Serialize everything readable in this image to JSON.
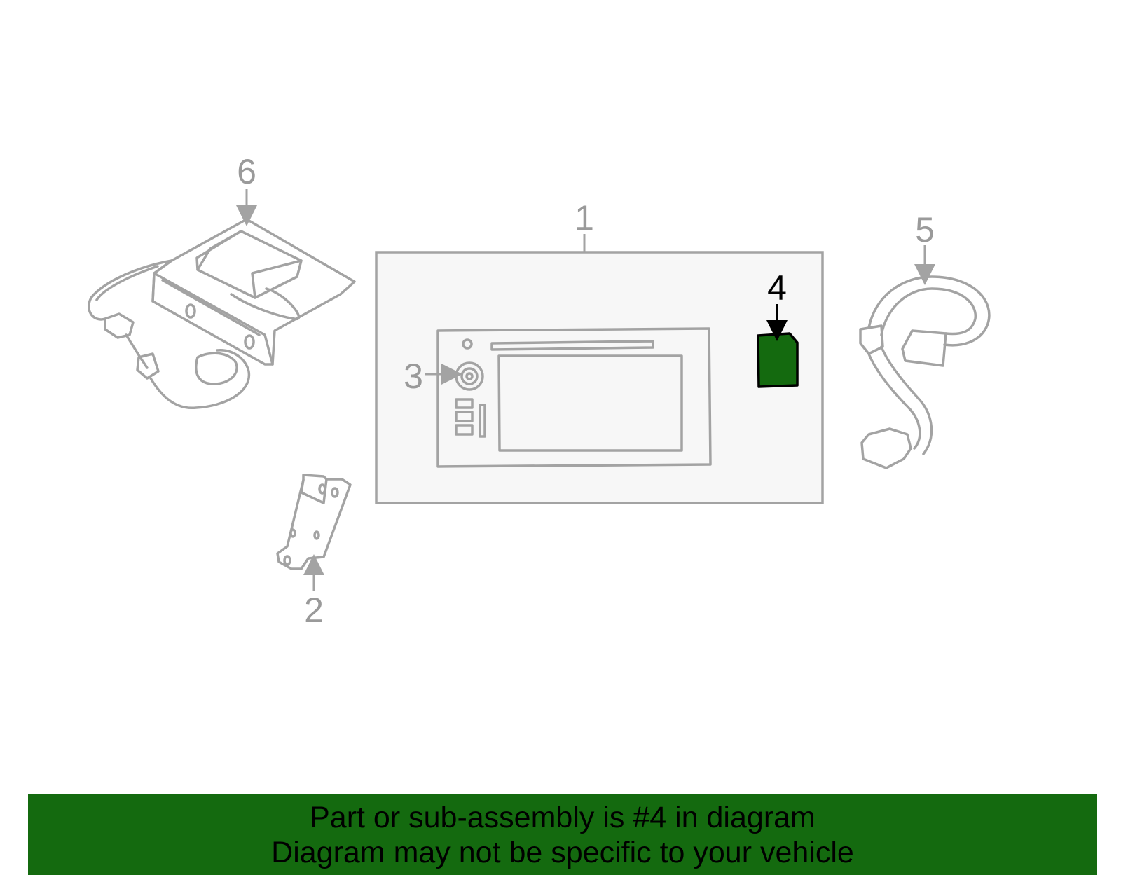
{
  "diagram": {
    "callouts": {
      "c1": "1",
      "c2": "2",
      "c3": "3",
      "c4": "4",
      "c5": "5",
      "c6": "6"
    },
    "highlighted_part": "4",
    "highlight_color": "#146a0f",
    "line_color": "#a3a3a3"
  },
  "footer": {
    "line1": "Part or sub-assembly is #4 in diagram",
    "line2": "Diagram may not be specific to your vehicle",
    "background": "#146a0f"
  }
}
